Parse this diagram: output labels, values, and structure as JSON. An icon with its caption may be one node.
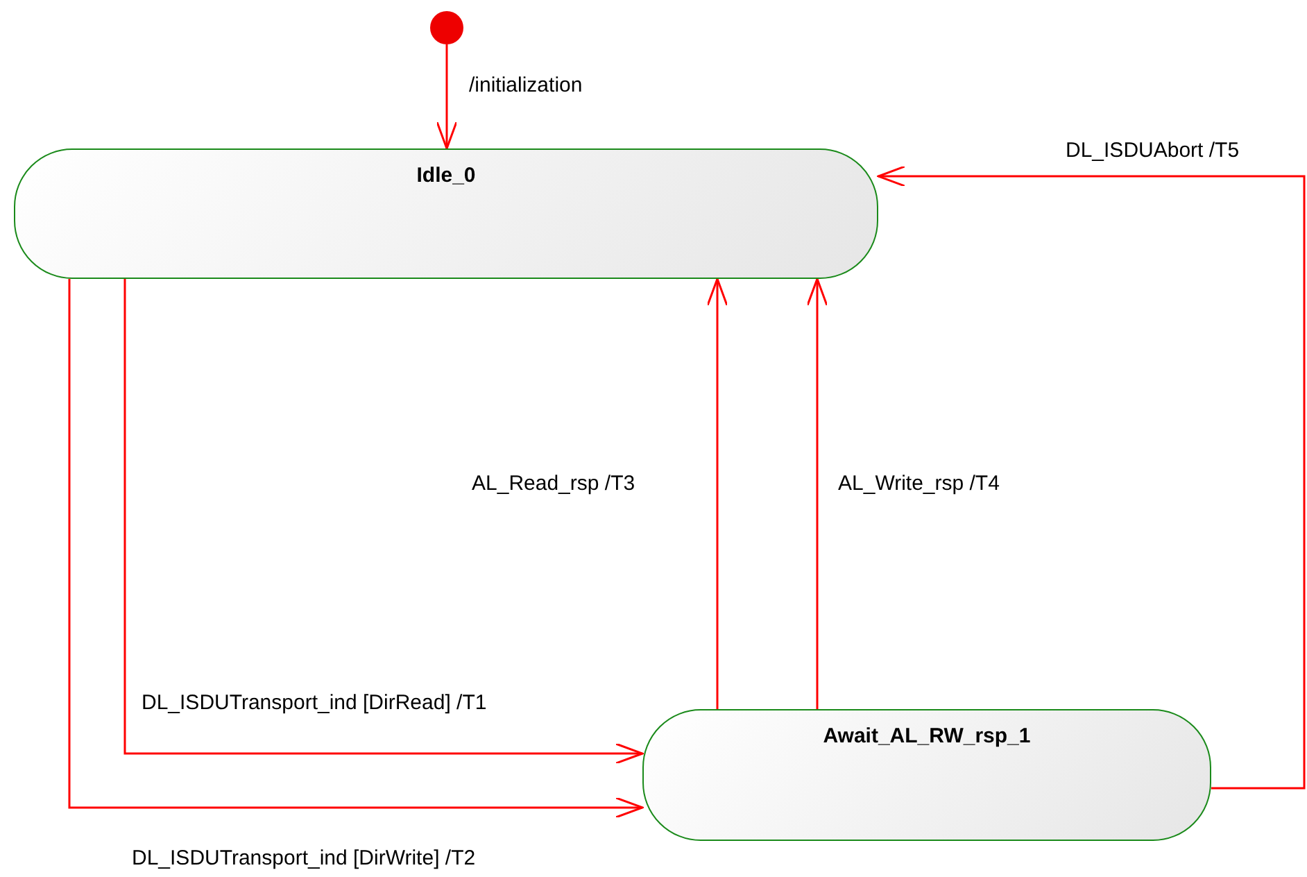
{
  "diagram": {
    "nodes": [
      {
        "text": [],
        "shape": "circle"
      },
      {
        "text": [
          "Idle_0"
        ]
      },
      {
        "text": [
          "Await_AL_RW_rsp_1"
        ]
      }
    ],
    "edges": [
      {
        "from": 0,
        "to": 1,
        "arrow": "to",
        "label": "/initialization"
      },
      {
        "from": 1,
        "to": 2,
        "arrow": "to",
        "label": "DL_ISDUTransport_ind [DirRead] /T1"
      },
      {
        "from": 1,
        "to": 2,
        "arrow": "to",
        "label": "DL_ISDUTransport_ind [DirWrite] /T2"
      },
      {
        "from": 2,
        "to": 1,
        "arrow": "to",
        "label": "AL_Read_rsp /T3"
      },
      {
        "from": 2,
        "to": 1,
        "arrow": "to",
        "label": "AL_Write_rsp /T4"
      },
      {
        "from": 2,
        "to": 1,
        "arrow": "to",
        "label": "DL_ISDUAbort /T5"
      }
    ]
  }
}
